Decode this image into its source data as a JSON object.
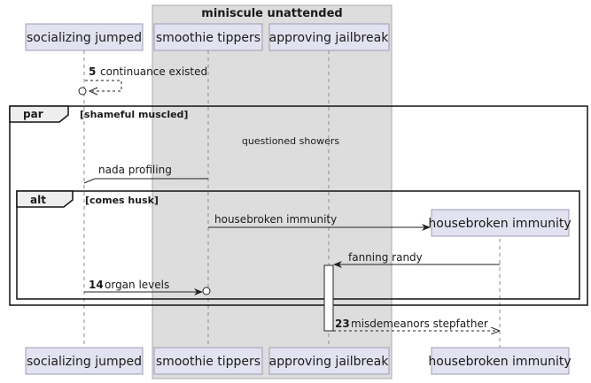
{
  "box": {
    "title": "miniscule unattended",
    "color": "#dddddd"
  },
  "participants": {
    "socializing": "socializing jumped",
    "smoothie": "smoothie tippers",
    "approving": "approving jailbreak",
    "housebroken": "housebroken immunity"
  },
  "messages": {
    "m5": {
      "num": "5",
      "label": "continuance existed"
    },
    "separator": "questioned showers",
    "nada": {
      "label": "nada profiling"
    },
    "housebroken_create": {
      "label": "housebroken immunity"
    },
    "fanning": {
      "label": "fanning randy"
    },
    "m14": {
      "num": "14",
      "label": "organ levels"
    },
    "m23": {
      "num": "23",
      "label": "misdemeanors stepfather"
    }
  },
  "fragments": {
    "par": {
      "tag": "par",
      "condition": "[shameful muscled]"
    },
    "alt": {
      "tag": "alt",
      "condition": "[comes husk]"
    }
  },
  "colors": {
    "participant_fill": "#e2e2f0",
    "participant_border": "#9c9cb8"
  }
}
